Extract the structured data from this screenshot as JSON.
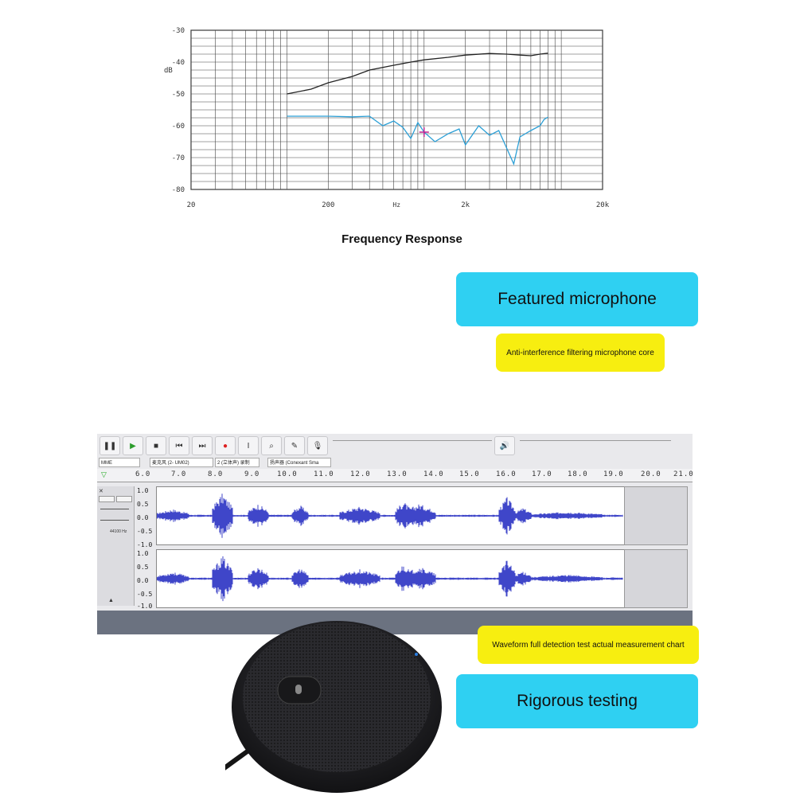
{
  "chart_data": {
    "type": "line",
    "title": "Frequency Response",
    "xlabel": "Hz",
    "ylabel": "dB",
    "xscale": "log",
    "xlim": [
      20,
      20000
    ],
    "ylim": [
      -80,
      -30
    ],
    "x_tick_labels": [
      "20",
      "200",
      "2k",
      "20k"
    ],
    "y_tick_labels": [
      "-30",
      "-40",
      "-50",
      "-60",
      "-70",
      "-80"
    ],
    "grid": true,
    "series": [
      {
        "color": "#222222",
        "x": [
          100,
          150,
          200,
          300,
          400,
          600,
          800,
          1000,
          1500,
          2000,
          3000,
          4000,
          5000,
          6000,
          7000,
          8000
        ],
        "y": [
          -50,
          -48.5,
          -46.5,
          -44.5,
          -42.5,
          -41,
          -40,
          -39.3,
          -38.5,
          -37.8,
          -37.3,
          -37.5,
          -37.8,
          -38,
          -37.5,
          -37.2
        ]
      },
      {
        "color": "#2b9fd6",
        "x": [
          100,
          150,
          200,
          300,
          400,
          500,
          600,
          700,
          800,
          900,
          1000,
          1200,
          1500,
          1800,
          2000,
          2500,
          3000,
          3500,
          4000,
          4500,
          5000,
          6000,
          7000,
          7500,
          8000
        ],
        "y": [
          -57,
          -57,
          -57,
          -57.2,
          -57,
          -60,
          -58.5,
          -60.5,
          -64,
          -59,
          -62,
          -65,
          -62.5,
          -61,
          -66,
          -60,
          -63,
          -61.5,
          -67,
          -72,
          -63.5,
          -61.5,
          -60,
          -58,
          -57.3
        ]
      }
    ]
  },
  "labels": {
    "featured": "Featured microphone",
    "anti": "Anti-interference filtering microphone core",
    "waveform": "Waveform full detection test actual measurement chart",
    "rigorous": "Rigorous testing"
  },
  "audacity": {
    "host": "MME",
    "input_device": "麦克风 (2- UM02)",
    "channels": "2 (立体声) 录制",
    "output_device": "扬声器 (Conexant Sma",
    "timeline_ticks": [
      "6.0",
      "7.0",
      "8.0",
      "9.0",
      "10.0",
      "11.0",
      "12.0",
      "13.0",
      "14.0",
      "15.0",
      "16.0",
      "17.0",
      "18.0",
      "19.0",
      "20.0",
      "21.0"
    ],
    "amplitude_labels": [
      "1.0",
      "0.5",
      "0.0",
      "-0.5",
      "-1.0"
    ],
    "track_info": "44100 Hz",
    "waveform_color": "#3f46c9"
  }
}
